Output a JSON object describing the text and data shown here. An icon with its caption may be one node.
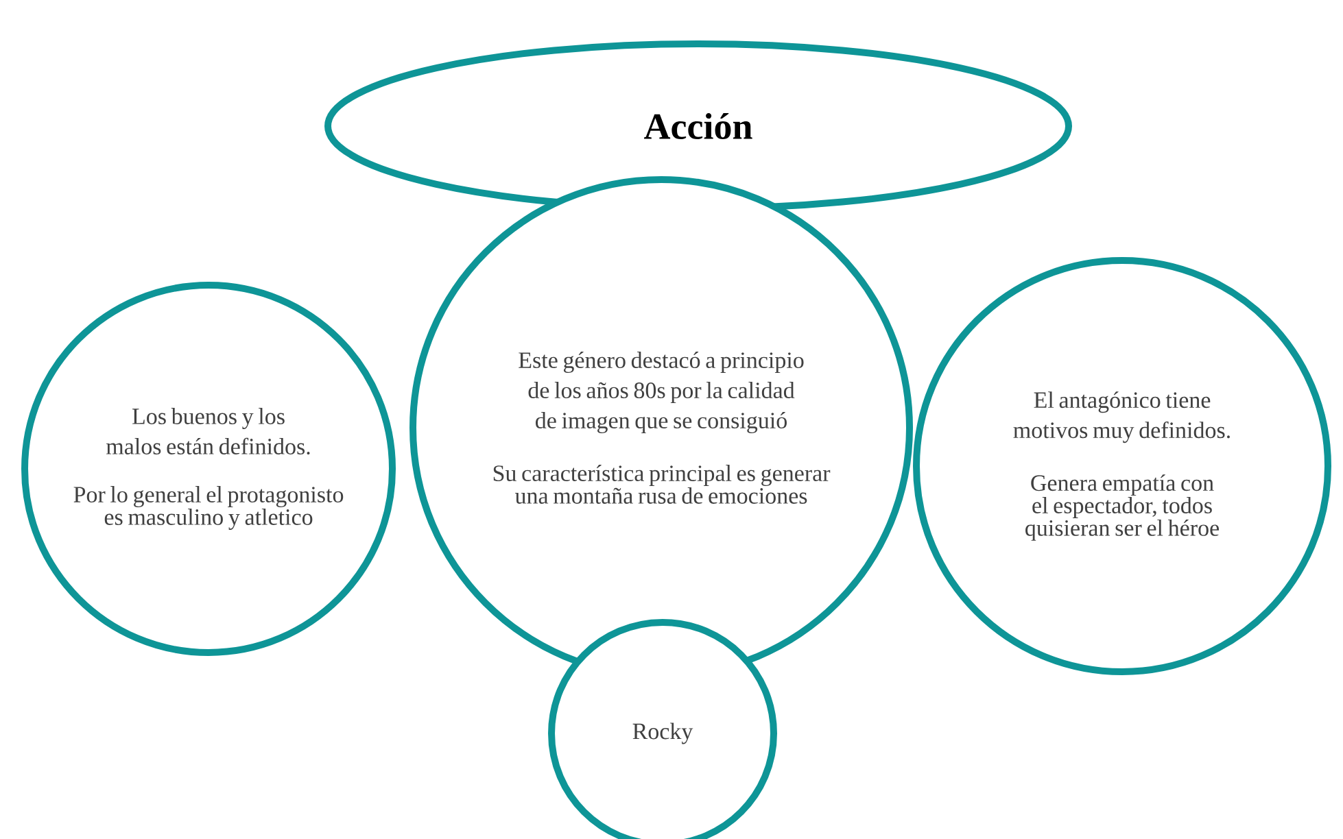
{
  "diagram": {
    "nodes": [
      {
        "text": [
          "Acción"
        ]
      },
      {
        "text": [
          "Este género destacó a principio de los años 80s por la calidad de imagen que se consiguió",
          "Su característica principal es generar una montaña rusa de emociones"
        ]
      },
      {
        "text": [
          "Los buenos y los malos están definidos.",
          "Por lo general el protagonisto es masculino y atletico"
        ]
      },
      {
        "text": [
          "El antagónico tiene motivos muy definidos.",
          "Genera empatía con el espectador, todos quisieran ser el héroe"
        ]
      },
      {
        "text": [
          "Rocky"
        ]
      }
    ]
  }
}
